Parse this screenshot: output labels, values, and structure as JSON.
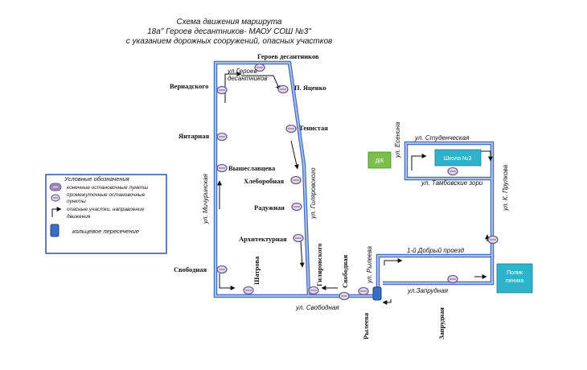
{
  "title": {
    "line1": "Схема движения маршрута",
    "line2": "18а\" Героев десантников- МАОУ СОШ №3\"",
    "line3": "с указанием дорожных сооружений, опасных участков"
  },
  "stops": {
    "geroev": "Героев десантников",
    "yatsenko": "П. Яценко",
    "vernadskogo": "Вернадского",
    "tenistaya": "Тенистая",
    "yantarnaya": "Янтарная",
    "vysheslavtseva": "Вышеславцева",
    "khleborobnaya": "Хлеборобная",
    "raduzhnaya": "Радужная",
    "arkhitekturnaya": "Архитектурная",
    "svobodnaya_left": "Свободная",
    "shatrova": "Шатрова",
    "gilyarovskogo": "Гиляровского",
    "svobodnaya_mid": "Свободная",
    "ryleeva": "Рылеева",
    "zaprudnaya": "Запрудная"
  },
  "streets": {
    "geroev_desantnikov_1": "ул.Героев",
    "geroev_desantnikov_2": "десантников",
    "michurinskaya": "ул. Мичуринская",
    "gilyarovskogo": "ул. Гиляровского",
    "svobodnaya": "ул. Свободная",
    "ryleeva": "ул. Рылеева",
    "dobry_proezd": "1-й Добрый проезд",
    "zaprudnaya": "ул.Запрудная",
    "esenina": "ул. Есенина",
    "studencheskaya": "ул. Студенческая",
    "tambovskie_zori": "ул. Тамбовские зори",
    "pryanikova": "ул. К. Прулкова"
  },
  "places": {
    "dk": "Д/К",
    "school": "Школа №3",
    "polyclinic_1": "Полик",
    "polyclinic_2": "линика"
  },
  "legend": {
    "title": "Условные обозначения",
    "terminal": "конечные остановочные пункты",
    "intermediate_1": "промежуточные  остановочные",
    "intermediate_2": "пункты",
    "danger_1": "опасные участки, направление",
    "danger_2": "движения",
    "roundabout": "кольцевое пересечение"
  },
  "colors": {
    "road": "#7f9fd0",
    "road_dark": "#4a6fb8",
    "stop_fill": "#e4dceb",
    "stop_stroke": "#6f5f8d",
    "school": "#2fb3cc",
    "polyclinic": "#2fb3cc",
    "dk": "#7bbf4a",
    "roundabout": "#3a6ec2"
  }
}
